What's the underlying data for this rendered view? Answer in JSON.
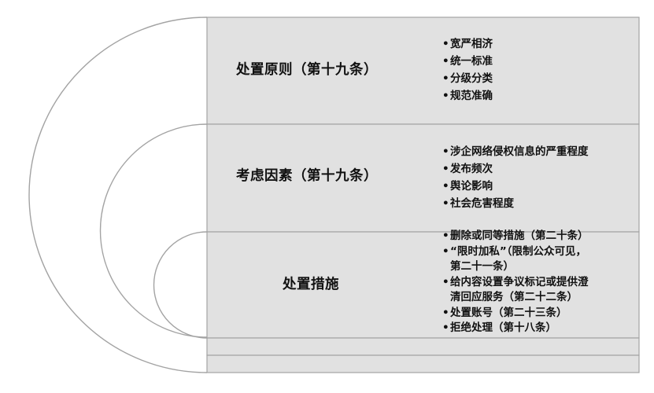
{
  "sections": [
    {
      "title": "处置原则（第十九条）",
      "items": [
        "宽严相济",
        "统一标准",
        "分级分类",
        "规范准确"
      ]
    },
    {
      "title": "考虑因素（第十九条）",
      "items": [
        "涉企网络侵权信息的严重程度",
        "发布频次",
        "舆论影响",
        "社会危害程度"
      ]
    },
    {
      "title": "处置措施",
      "items": [
        [
          "删除或同等措施（第二十条）"
        ],
        [
          "“限时加私”（限制公众可见，",
          "第二十一条）"
        ],
        [
          "给内容设置争议标记或提供澄",
          "清回应服务（第二十二条）"
        ],
        [
          "处置账号（第二十三条）"
        ],
        [
          "拒绝处理（第十八条）"
        ]
      ]
    }
  ],
  "colors": {
    "panel_fill": "#e1e1e1",
    "stroke": "#a3a3a3",
    "text": "#111111"
  }
}
